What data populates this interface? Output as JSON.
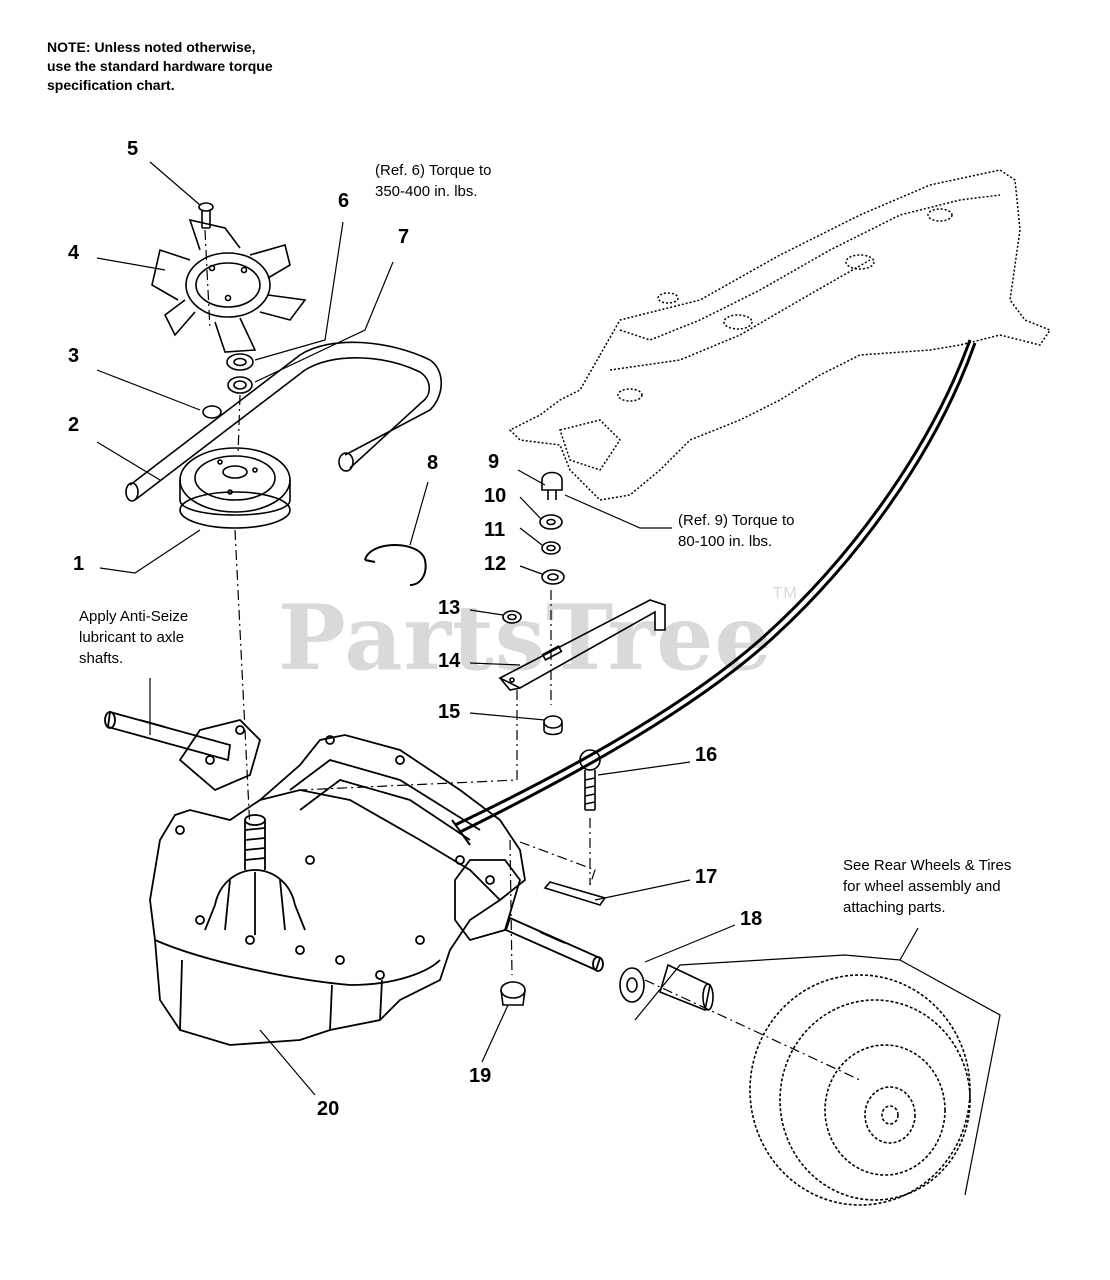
{
  "watermark": {
    "text": "PartsTree",
    "tm": "TM"
  },
  "note": {
    "line1": "NOTE: Unless noted otherwise,",
    "line2": "use the standard hardware torque",
    "line3": "specification chart."
  },
  "callouts": {
    "ref6_line1": "(Ref. 6) Torque to",
    "ref6_line2": "350-400 in. lbs.",
    "ref9_line1": "(Ref. 9) Torque to",
    "ref9_line2": "80-100 in. lbs.",
    "antiseize_line1": "Apply Anti-Seize",
    "antiseize_line2": "lubricant to axle",
    "antiseize_line3": "shafts.",
    "wheels_line1": "See Rear Wheels & Tires",
    "wheels_line2": "for wheel assembly and",
    "wheels_line3": "attaching parts."
  },
  "labels": {
    "p1": "1",
    "p2": "2",
    "p3": "3",
    "p4": "4",
    "p5": "5",
    "p6": "6",
    "p7": "7",
    "p8": "8",
    "p9": "9",
    "p10": "10",
    "p11": "11",
    "p12": "12",
    "p13": "13",
    "p14": "14",
    "p15": "15",
    "p16": "16",
    "p17": "17",
    "p18": "18",
    "p19": "19",
    "p20": "20"
  }
}
